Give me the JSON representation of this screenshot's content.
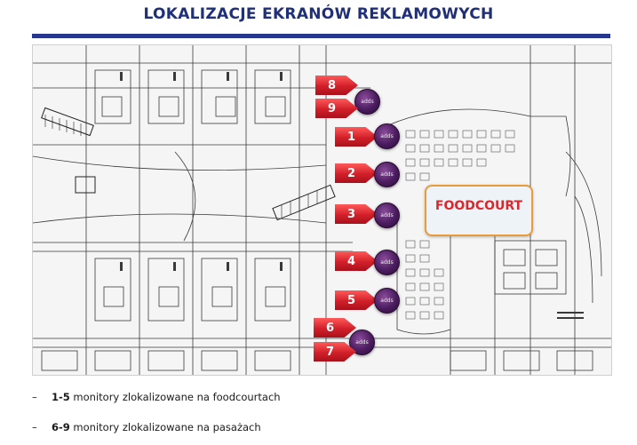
{
  "title": "LOKALIZACJE EKRANÓW REKLAMOWYCH",
  "foodcourt_label": "FOODCOURT",
  "screen_label": "adds",
  "markers": [
    {
      "number": "8",
      "label": "adds"
    },
    {
      "number": "9",
      "label": "adds"
    },
    {
      "number": "1",
      "label": "adds"
    },
    {
      "number": "2",
      "label": "adds"
    },
    {
      "number": "3",
      "label": "adds"
    },
    {
      "number": "4",
      "label": "adds"
    },
    {
      "number": "5",
      "label": "adds"
    },
    {
      "number": "6",
      "label": "adds"
    },
    {
      "number": "7",
      "label": "adds"
    }
  ],
  "legend": [
    {
      "bullet": "–",
      "range": "1-5",
      "text": " monitory zlokalizowane na foodcourtach"
    },
    {
      "bullet": "–",
      "range": "6-9",
      "text": " monitory zlokalizowane na pasażach"
    }
  ],
  "colors": {
    "title": "#1f2f7a",
    "rule": "#27378f",
    "flag": "#d21f2a",
    "screen": "#4a1c5e",
    "foodcourt_border": "#e79b3a",
    "foodcourt_text": "#d8292f"
  }
}
